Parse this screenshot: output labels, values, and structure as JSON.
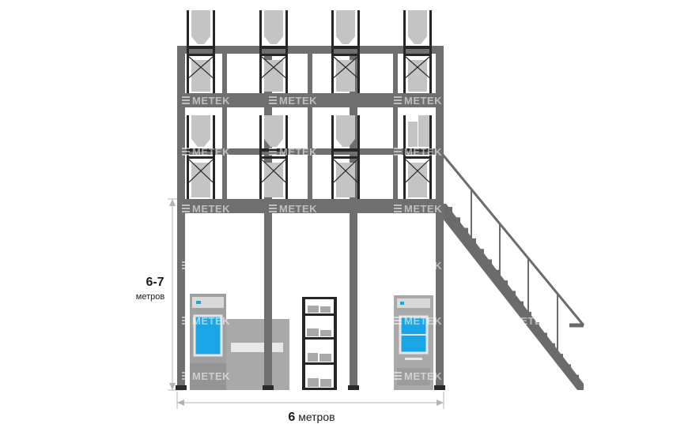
{
  "dimensions": {
    "height_value": "6-7",
    "height_unit": "метров",
    "width_value": "6",
    "width_unit": "метров"
  },
  "watermark": {
    "text": "METEK"
  },
  "colors": {
    "frame": "#6f6f6f",
    "rack": "#262626",
    "box": "#c4c4c4",
    "stair": "#6b6b6b",
    "machine_body": "#a9a9a9",
    "screen": "#1aa6e6",
    "dimension_line": "#b3b3b3"
  }
}
